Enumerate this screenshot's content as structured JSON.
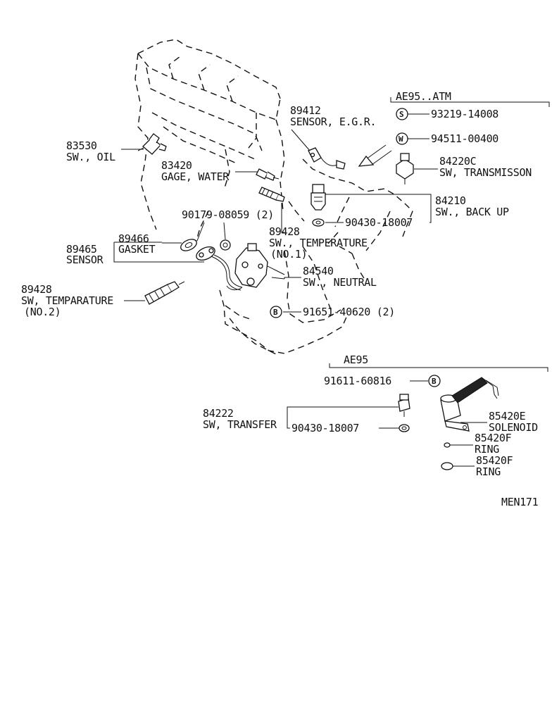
{
  "diagram_id": "MEN171",
  "groups": {
    "ae95_atm": "AE95..ATM",
    "ae95": "AE95"
  },
  "labels": {
    "l83530_num": "83530",
    "l83530_name": "SW., OIL",
    "l83420_num": "83420",
    "l83420_name": "GAGE, WATER",
    "l89412_num": "89412",
    "l89412_name": "SENSOR, E.G.R.",
    "l90179": "90179-08059 (2)",
    "l89466_num": "89466",
    "l89466_name": "GASKET",
    "l89465_num": "89465",
    "l89465_name": "SENSOR",
    "l89428a_num": "89428",
    "l89428a_name": "SW., TEMPERATURE",
    "l89428a_sub": "(NO.1)",
    "l89428b_num": "89428",
    "l89428b_name": "SW, TEMPARATURE",
    "l89428b_sub": "(NO.2)",
    "l84540_num": "84540",
    "l84540_name": "SW., NEUTRAL",
    "l91651": "91651-40620 (2)",
    "l93219": "93219-14008",
    "l94511": "94511-00400",
    "l84220c_num": "84220C",
    "l84220c_name": "SW, TRANSMISSON",
    "l84210_num": "84210",
    "l84210_name": "SW., BACK UP",
    "l90430a": "90430-18007",
    "l91611": "91611-60816",
    "l84222_num": "84222",
    "l84222_name": "SW, TRANSFER",
    "l90430b": "90430-18007",
    "l85420e_num": "85420E",
    "l85420e_name": "SOLENOID",
    "l85420f1_num": "85420F",
    "l85420f1_name": "RING",
    "l85420f2_num": "85420F",
    "l85420f2_name": "RING"
  },
  "codes": {
    "s": "S",
    "w": "W",
    "b": "B"
  }
}
